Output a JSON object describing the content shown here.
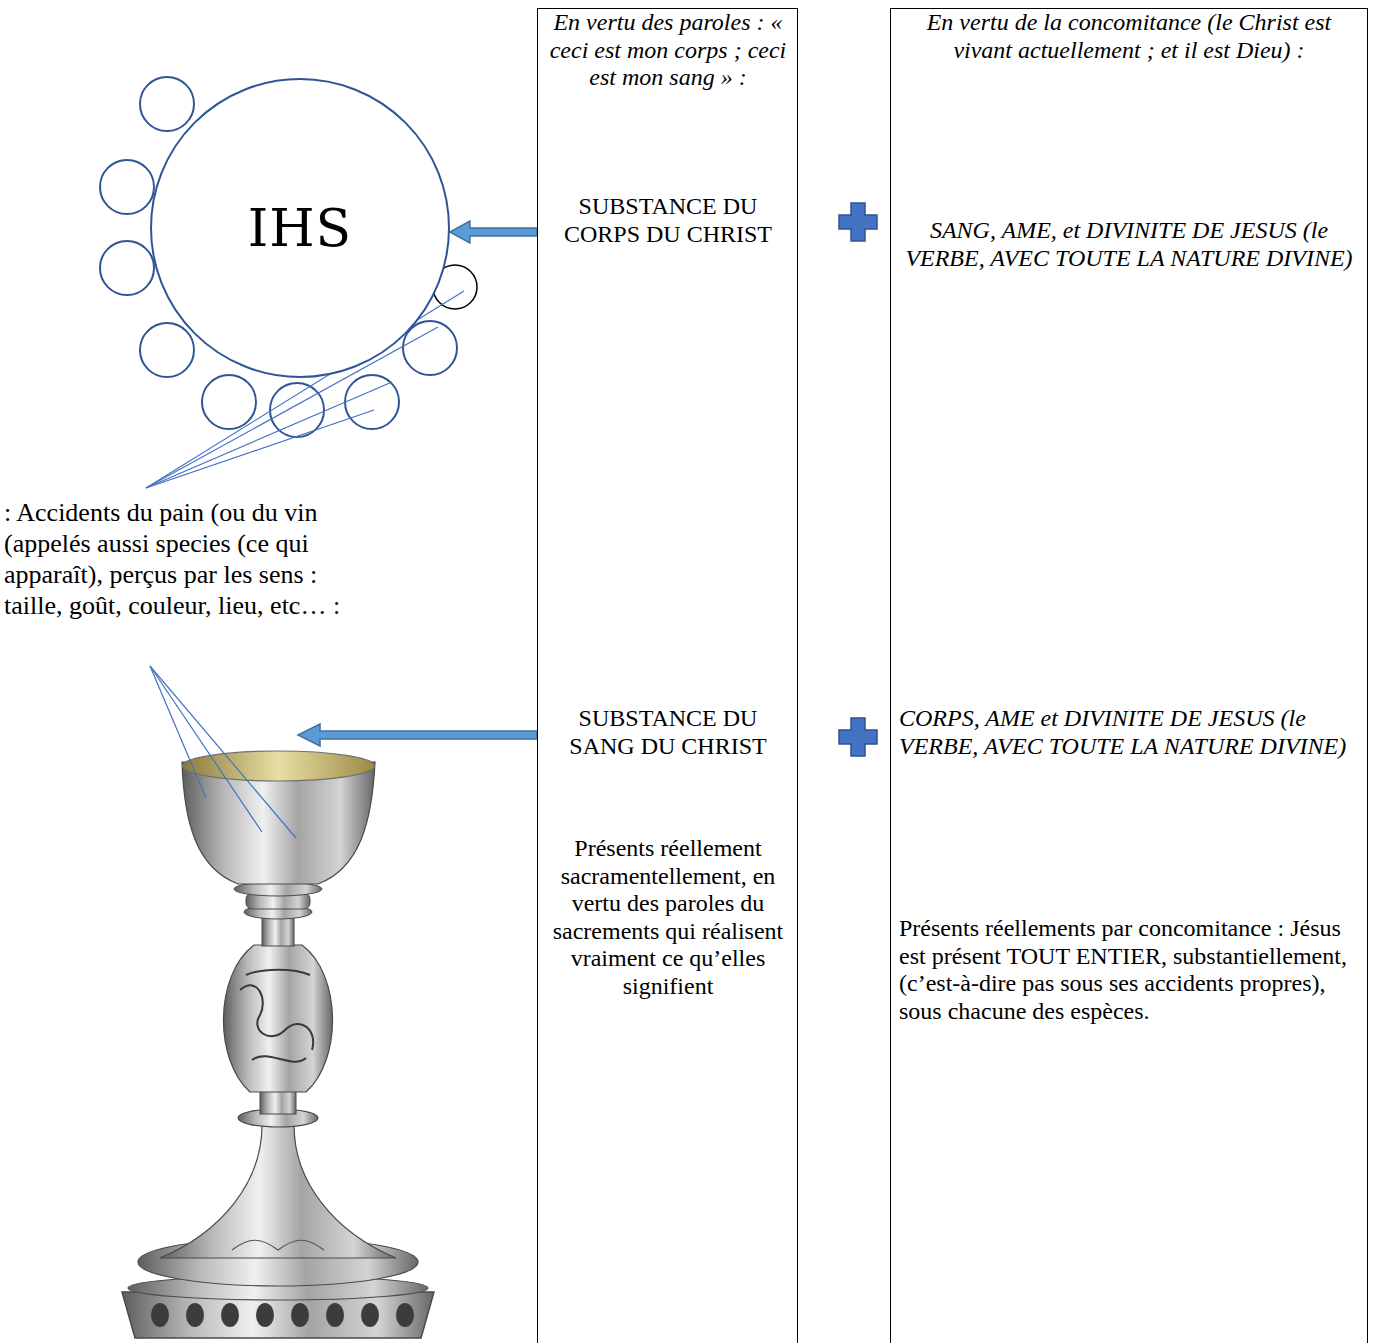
{
  "diagram": {
    "nodes": [
      {
        "text": [
          "IHS"
        ]
      },
      {
        "text": [
          "En vertu des paroles : « ceci est mon corps ; ceci est mon sang » :",
          "SUBSTANCE DU CORPS DU CHRIST",
          "SUBSTANCE DU SANG DU CHRIST",
          "Présents réellement sacramentellement, en vertu des paroles du sacrements qui réalisent vraiment ce qu’elles signifient"
        ]
      },
      {
        "text": [
          "En vertu de la concomitance (le Christ est vivant actuellement ; et il est Dieu) :",
          "SANG, AME, et DIVINITE DE JESUS (le VERBE, AVEC TOUTE LA NATURE DIVINE)",
          "CORPS, AME et DIVINITE DE JESUS (le VERBE, AVEC TOUTE LA NATURE DIVINE)",
          "Présents réellements par concomitance : Jésus est présent TOUT ENTIER, substantiellement, (c’est-à-dire pas sous ses accidents propres), sous chacune des espèces."
        ]
      }
    ],
    "edges": [
      {
        "from": 1,
        "to": 0,
        "arrow": "to"
      }
    ],
    "labels": [
      ": Accidents du pain (ou du vin (appelés aussi species (ce qui apparaît), perçus par les sens : taille, goût, couleur, lieu, etc… :"
    ]
  }
}
